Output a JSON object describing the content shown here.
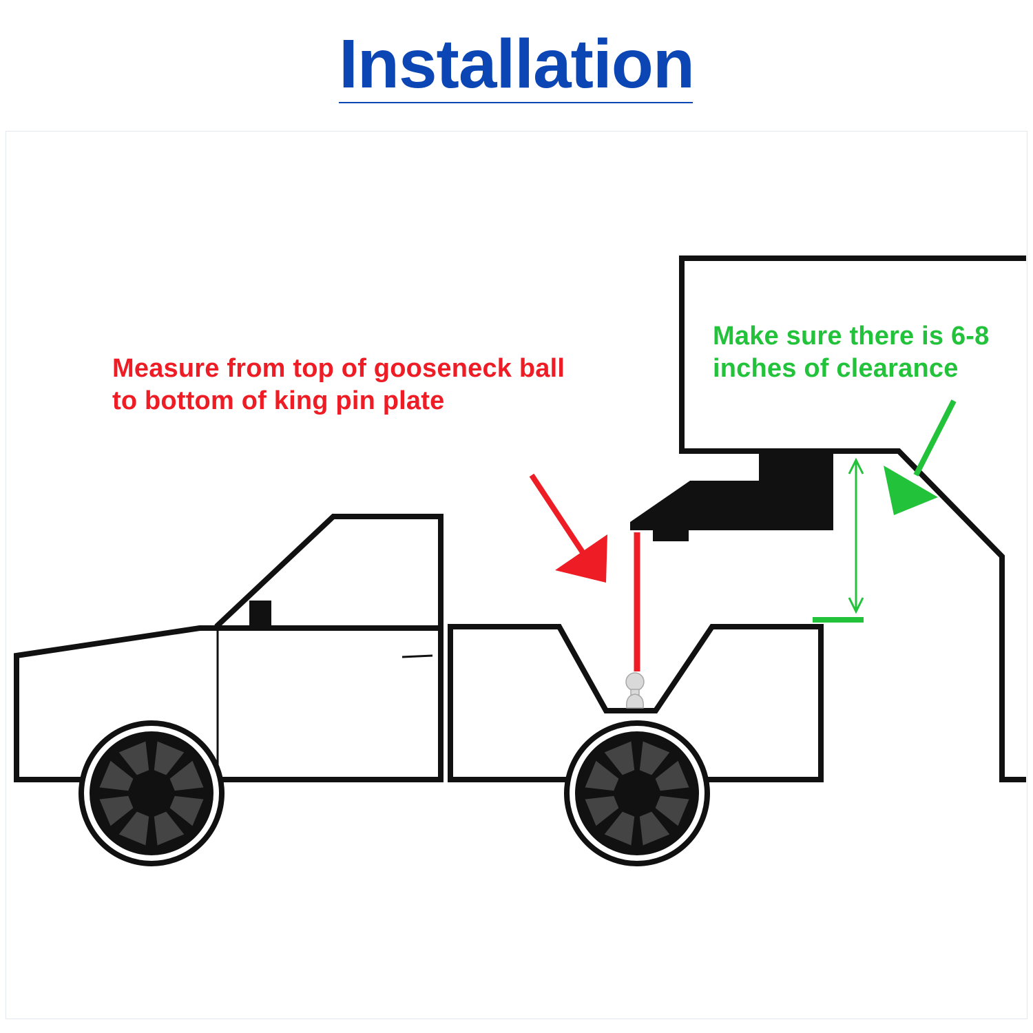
{
  "title": "Installation",
  "notes": {
    "measure": {
      "line1": "Measure from top of gooseneck ball",
      "line2": "to bottom of king pin plate"
    },
    "clearance": {
      "line1": "Make sure there is 6-8",
      "line2": "inches of clearance"
    }
  },
  "colors": {
    "title": "#0b46b4",
    "measure": "#ee1c24",
    "clearance": "#22c23a",
    "outline": "#111111",
    "wheel": "#444444"
  },
  "icons": [
    "arrow-down-right-icon",
    "arrow-down-left-icon",
    "double-arrow-vertical-icon",
    "gooseneck-ball-icon",
    "wheel-icon"
  ]
}
